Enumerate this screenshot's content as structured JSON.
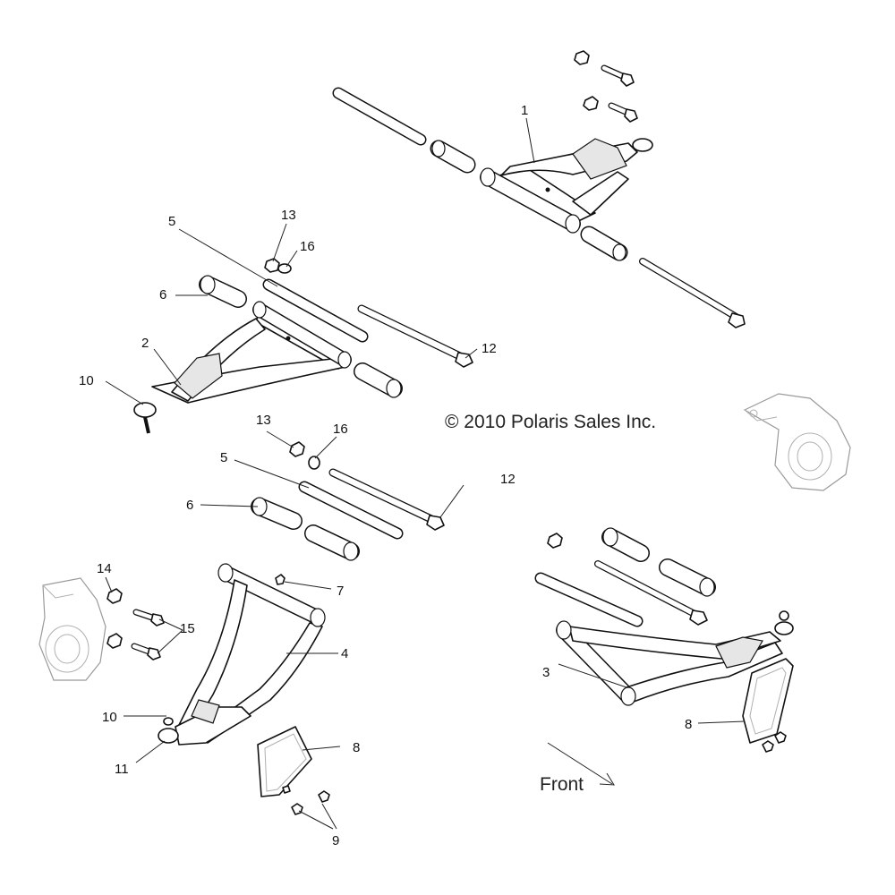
{
  "copyright": "© 2010 Polaris Sales Inc.",
  "direction_label": "Front",
  "callouts": {
    "c1": "1",
    "c2": "2",
    "c3": "3",
    "c4": "4",
    "c5a": "5",
    "c5b": "5",
    "c6a": "6",
    "c6b": "6",
    "c7": "7",
    "c8a": "8",
    "c8b": "8",
    "c9": "9",
    "c10a": "10",
    "c10b": "10",
    "c11": "11",
    "c12a": "12",
    "c12b": "12",
    "c13a": "13",
    "c13b": "13",
    "c14": "14",
    "c15": "15",
    "c16a": "16",
    "c16b": "16"
  }
}
